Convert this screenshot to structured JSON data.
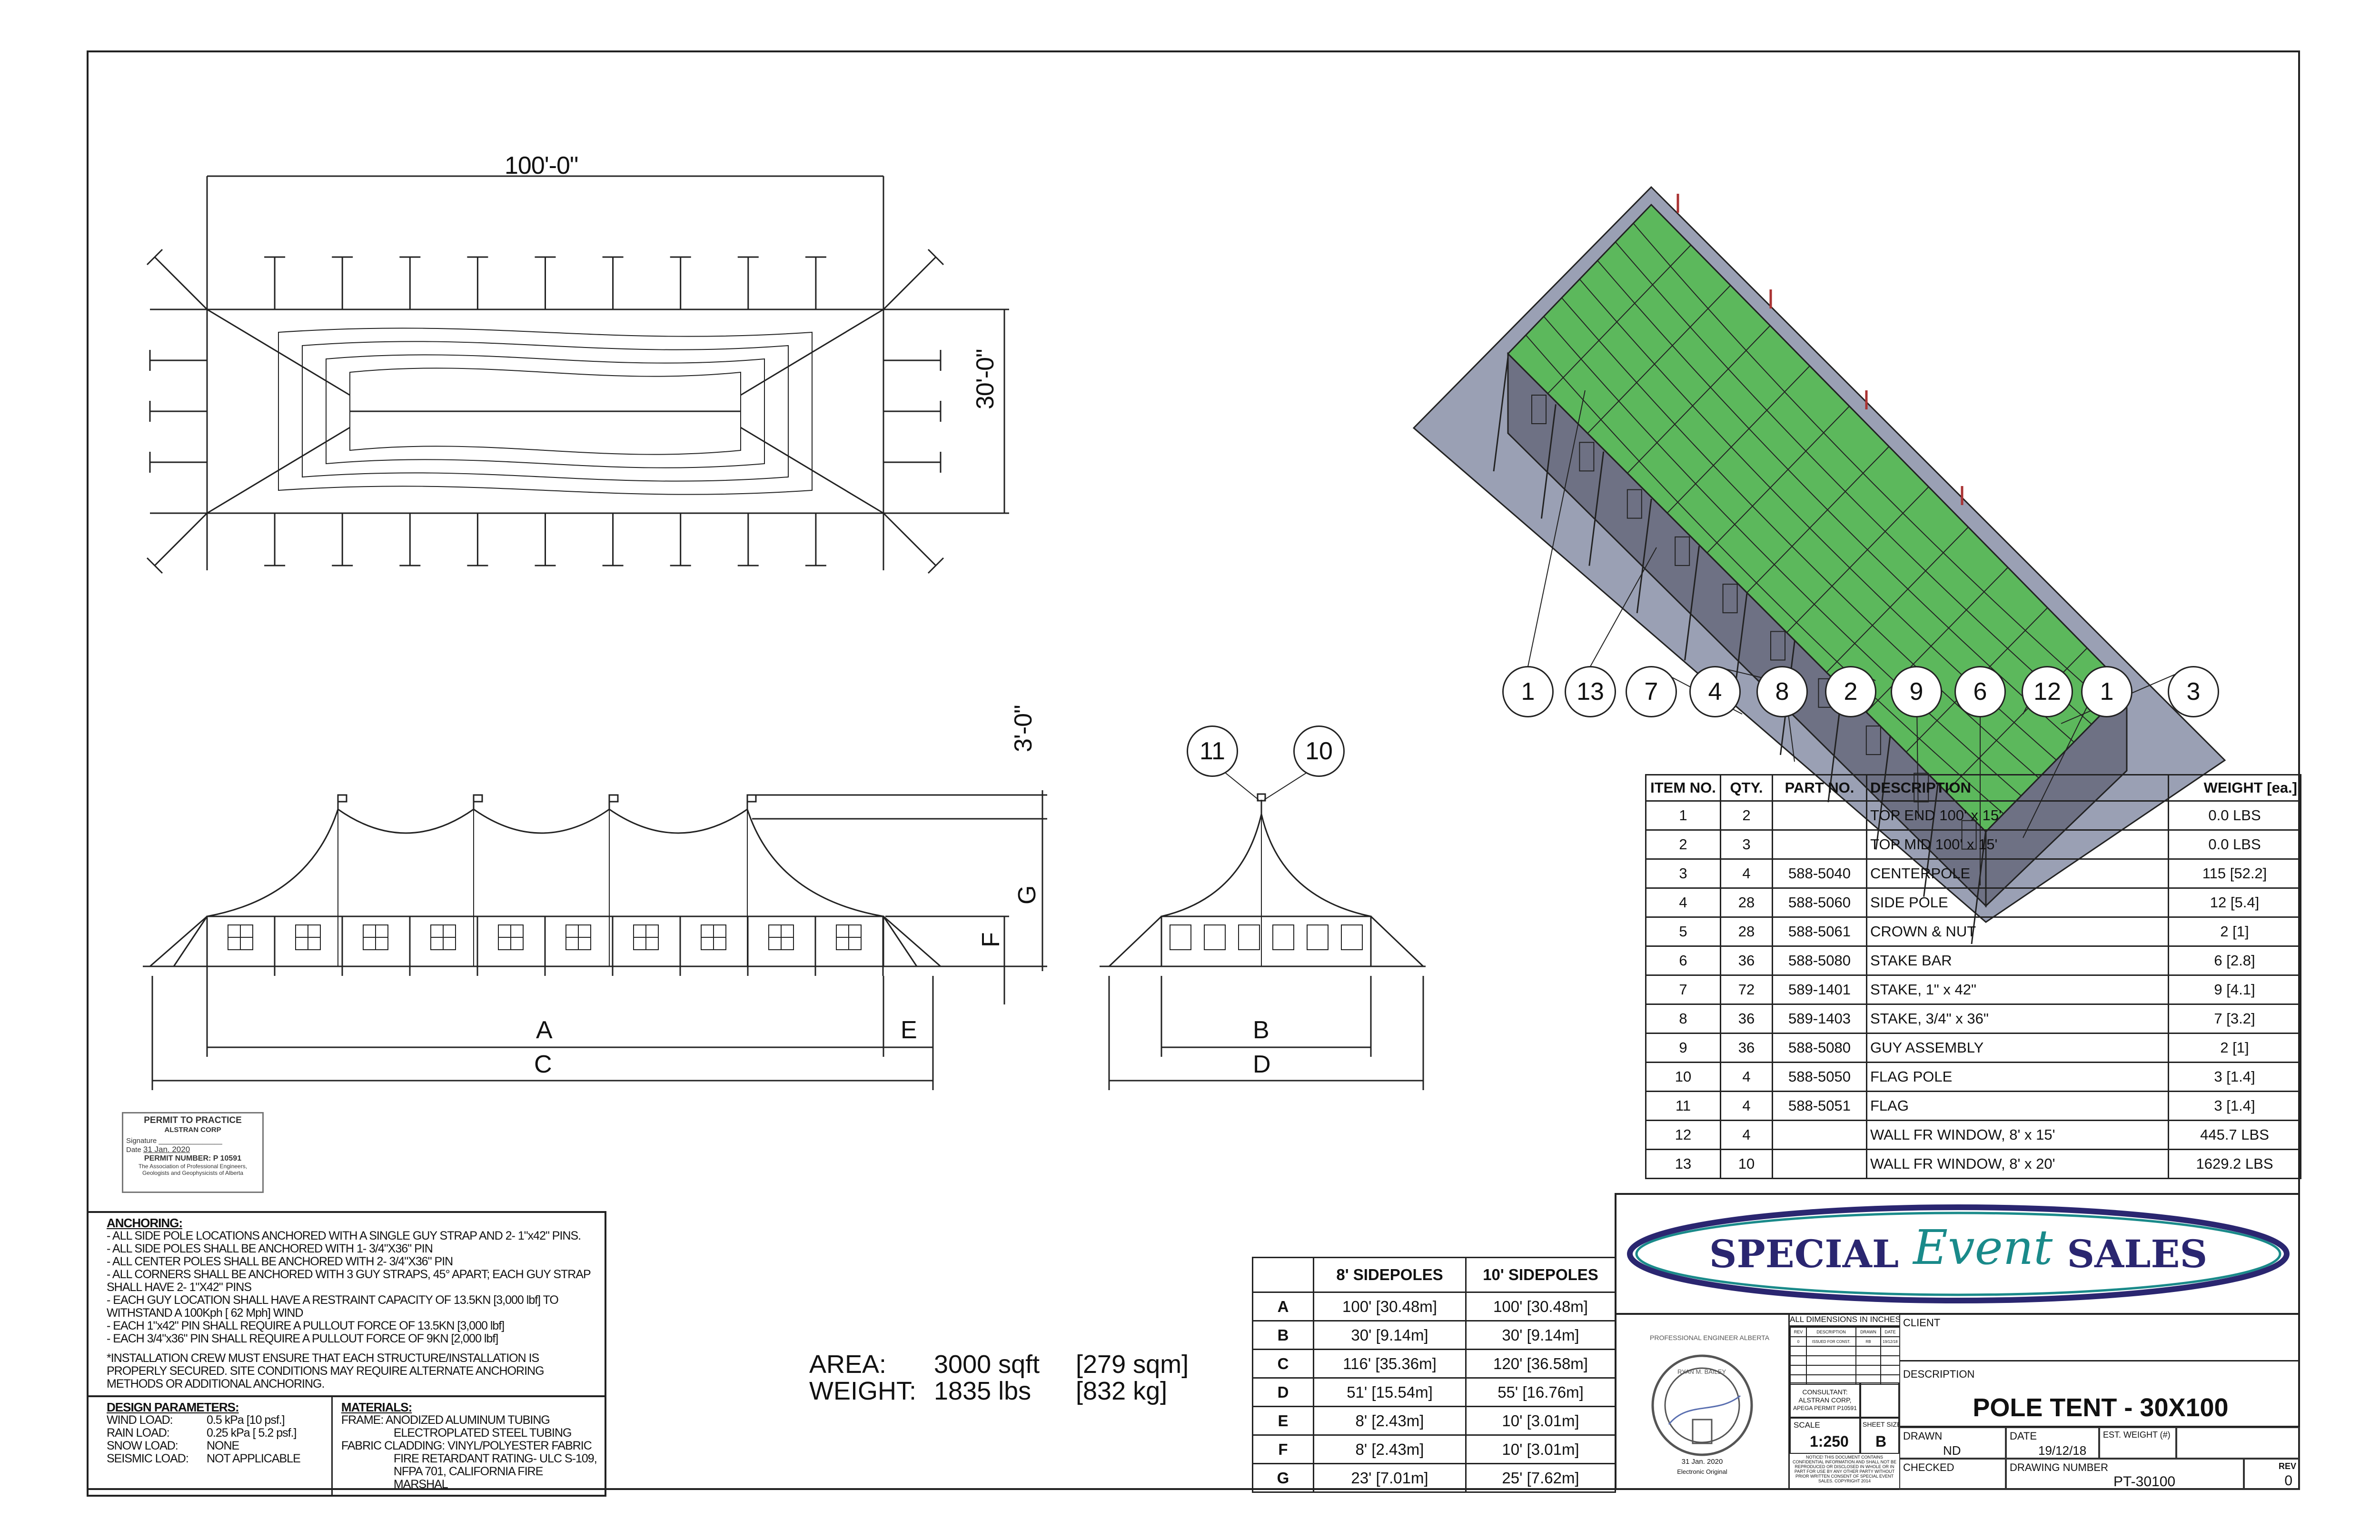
{
  "plan_view": {
    "length_dim": "100'-0\"",
    "width_dim": "30'-0\""
  },
  "side_elevation": {
    "dims": {
      "a": "A",
      "c": "C",
      "e": "E",
      "f": "F",
      "g": "G",
      "top": "3'-0\""
    }
  },
  "end_elevation": {
    "dims": {
      "b": "B",
      "d": "D"
    },
    "balloons": [
      "11",
      "10"
    ]
  },
  "iso_view": {
    "balloons": [
      "1",
      "13",
      "7",
      "4",
      "8",
      "2",
      "9",
      "6",
      "12",
      "1",
      "3"
    ],
    "colors": {
      "roof": "#5cb85c",
      "ground": "#9aa0b4",
      "wall": "#6e7184"
    }
  },
  "permit_stamp": {
    "title": "PERMIT TO PRACTICE",
    "company": "ALSTRAN CORP",
    "signature_label": "Signature",
    "date_label": "Date",
    "date": "31 Jan. 2020",
    "permit_number": "PERMIT NUMBER:  P 10591",
    "association_line1": "The Association of Professional Engineers,",
    "association_line2": "Geologists and Geophysicists of Alberta"
  },
  "anchoring": {
    "heading": "ANCHORING:",
    "lines": [
      "- ALL SIDE POLE LOCATIONS ANCHORED WITH A SINGLE GUY STRAP AND 2- 1\"x42\" PINS.",
      "- ALL SIDE POLES SHALL BE ANCHORED WITH 1- 3/4\"X36\" PIN",
      "- ALL CENTER POLES SHALL BE ANCHORED WITH 2- 3/4\"X36\" PIN",
      "- ALL CORNERS SHALL BE ANCHORED WITH 3 GUY STRAPS, 45° APART; EACH GUY STRAP SHALL HAVE 2- 1\"X42\" PINS",
      "- EACH GUY LOCATION SHALL HAVE A RESTRAINT CAPACITY OF 13.5KN [3,000 lbf] TO WITHSTAND A 100Kph [ 62 Mph] WIND",
      "- EACH 1\"x42\" PIN SHALL REQUIRE A PULLOUT FORCE OF 13.5KN [3,000 lbf]",
      "- EACH 3/4\"x36\" PIN SHALL REQUIRE A PULLOUT FORCE OF 9KN [2,000 lbf]"
    ],
    "note": "*INSTALLATION CREW MUST ENSURE THAT EACH STRUCTURE/INSTALLATION IS PROPERLY SECURED.  SITE CONDITIONS MAY REQUIRE ALTERNATE ANCHORING METHODS OR ADDITIONAL ANCHORING."
  },
  "design_parameters": {
    "heading": "DESIGN PARAMETERS:",
    "rows": [
      {
        "label": "WIND LOAD:",
        "value": "0.5 kPa  [10 psf.]"
      },
      {
        "label": "RAIN LOAD:",
        "value": "0.25 kPa [ 5.2 psf.]"
      },
      {
        "label": "SNOW LOAD:",
        "value": "NONE"
      },
      {
        "label": "SEISMIC LOAD:",
        "value": "NOT APPLICABLE"
      }
    ]
  },
  "materials": {
    "heading": "MATERIALS:",
    "lines": [
      "FRAME: ANODIZED ALUMINUM TUBING",
      "ELECTROPLATED STEEL TUBING",
      "FABRIC CLADDING: VINYL/POLYESTER FABRIC",
      "FIRE RETARDANT RATING- ULC S-109,",
      "NFPA 701, CALIFORNIA FIRE MARSHAL"
    ]
  },
  "summary": {
    "area_label": "AREA:",
    "area_value": "3000 sqft",
    "area_metric": "[279 sqm]",
    "weight_label": "WEIGHT:",
    "weight_value": "1835 lbs",
    "weight_metric": "[832 kg]"
  },
  "sidepoles_table": {
    "headers": [
      "",
      "8' SIDEPOLES",
      "10' SIDEPOLES"
    ],
    "rows": [
      [
        "A",
        "100' [30.48m]",
        "100' [30.48m]"
      ],
      [
        "B",
        "30' [9.14m]",
        "30' [9.14m]"
      ],
      [
        "C",
        "116' [35.36m]",
        "120' [36.58m]"
      ],
      [
        "D",
        "51' [15.54m]",
        "55' [16.76m]"
      ],
      [
        "E",
        "8' [2.43m]",
        "10' [3.01m]"
      ],
      [
        "F",
        "8' [2.43m]",
        "10' [3.01m]"
      ],
      [
        "G",
        "23' [7.01m]",
        "25' [7.62m]"
      ]
    ]
  },
  "bom": {
    "headers": [
      "ITEM NO.",
      "QTY.",
      "PART NO.",
      "DESCRIPTION",
      "WEIGHT [ea.]"
    ],
    "rows": [
      [
        "1",
        "2",
        "",
        "TOP END 100' x 15'",
        "0.0 LBS"
      ],
      [
        "2",
        "3",
        "",
        "TOP MID 100' x 15'",
        "0.0 LBS"
      ],
      [
        "3",
        "4",
        "588-5040",
        "CENTERPOLE",
        "115 [52.2]"
      ],
      [
        "4",
        "28",
        "588-5060",
        "SIDE POLE",
        "12 [5.4]"
      ],
      [
        "5",
        "28",
        "588-5061",
        "CROWN & NUT",
        "2 [1]"
      ],
      [
        "6",
        "36",
        "588-5080",
        "STAKE BAR",
        "6 [2.8]"
      ],
      [
        "7",
        "72",
        "589-1401",
        "STAKE, 1\" x 42\"",
        "9 [4.1]"
      ],
      [
        "8",
        "36",
        "589-1403",
        "STAKE, 3/4\" x 36\"",
        "7 [3.2]"
      ],
      [
        "9",
        "36",
        "588-5080",
        "GUY ASSEMBLY",
        "2 [1]"
      ],
      [
        "10",
        "4",
        "588-5050",
        "FLAG POLE",
        "3 [1.4]"
      ],
      [
        "11",
        "4",
        "588-5051",
        "FLAG",
        "3 [1.4]"
      ],
      [
        "12",
        "4",
        "",
        "WALL FR WINDOW, 8' x 15'",
        "445.7 LBS"
      ],
      [
        "13",
        "10",
        "",
        "WALL FR WINDOW, 8' x 20'",
        "1629.2 LBS"
      ]
    ]
  },
  "logo": {
    "left": "SPECIAL",
    "middle": "Event",
    "right": "SALES",
    "colors": {
      "navy": "#2a2670",
      "teal": "#1a8a8a"
    }
  },
  "title_block": {
    "seal": {
      "ring_text": "PROFESSIONAL ENGINEER ALBERTA",
      "name": "RYAN M. BAILEY",
      "date": "31 Jan. 2020",
      "caption": "Electronic Original"
    },
    "dims_note": "ALL DIMENSIONS IN INCHES",
    "rev_headers": [
      "REV",
      "DESCRIPTION",
      "DRAWN",
      "DATE"
    ],
    "rev_rows": [
      [
        "0",
        "ISSUED FOR CONST.",
        "RB",
        "19/12/18"
      ]
    ],
    "consultant": [
      "CONSULTANT:",
      "ALSTRAN CORP,",
      "APEGA PERMIT P10591"
    ],
    "scale_label": "SCALE",
    "scale": "1:250",
    "sheet_size_label": "SHEET SIZE",
    "sheet_size": "B",
    "notice": "NOTICE! THIS DOCUMENT CONTAINS CONFIDENTIAL INFORMATION AND SHALL NOT BE REPRODUCED OR DISCLOSED IN WHOLE OR IN PART FOR USE BY ANY OTHER PARTY WITHOUT PRIOR WRITTEN CONSENT OF SPECIAL EVENT SALES.  COPYRIGHT 2014",
    "client_label": "CLIENT",
    "description_label": "DESCRIPTION",
    "title": "POLE TENT - 30X100",
    "drawn_label": "DRAWN",
    "drawn": "ND",
    "date_label": "DATE",
    "date": "19/12/18",
    "est_weight_label": "EST. WEIGHT (#)",
    "checked_label": "CHECKED",
    "drawing_number_label": "DRAWING NUMBER",
    "drawing_number": "PT-30100",
    "rev_label": "REV",
    "rev": "0"
  }
}
